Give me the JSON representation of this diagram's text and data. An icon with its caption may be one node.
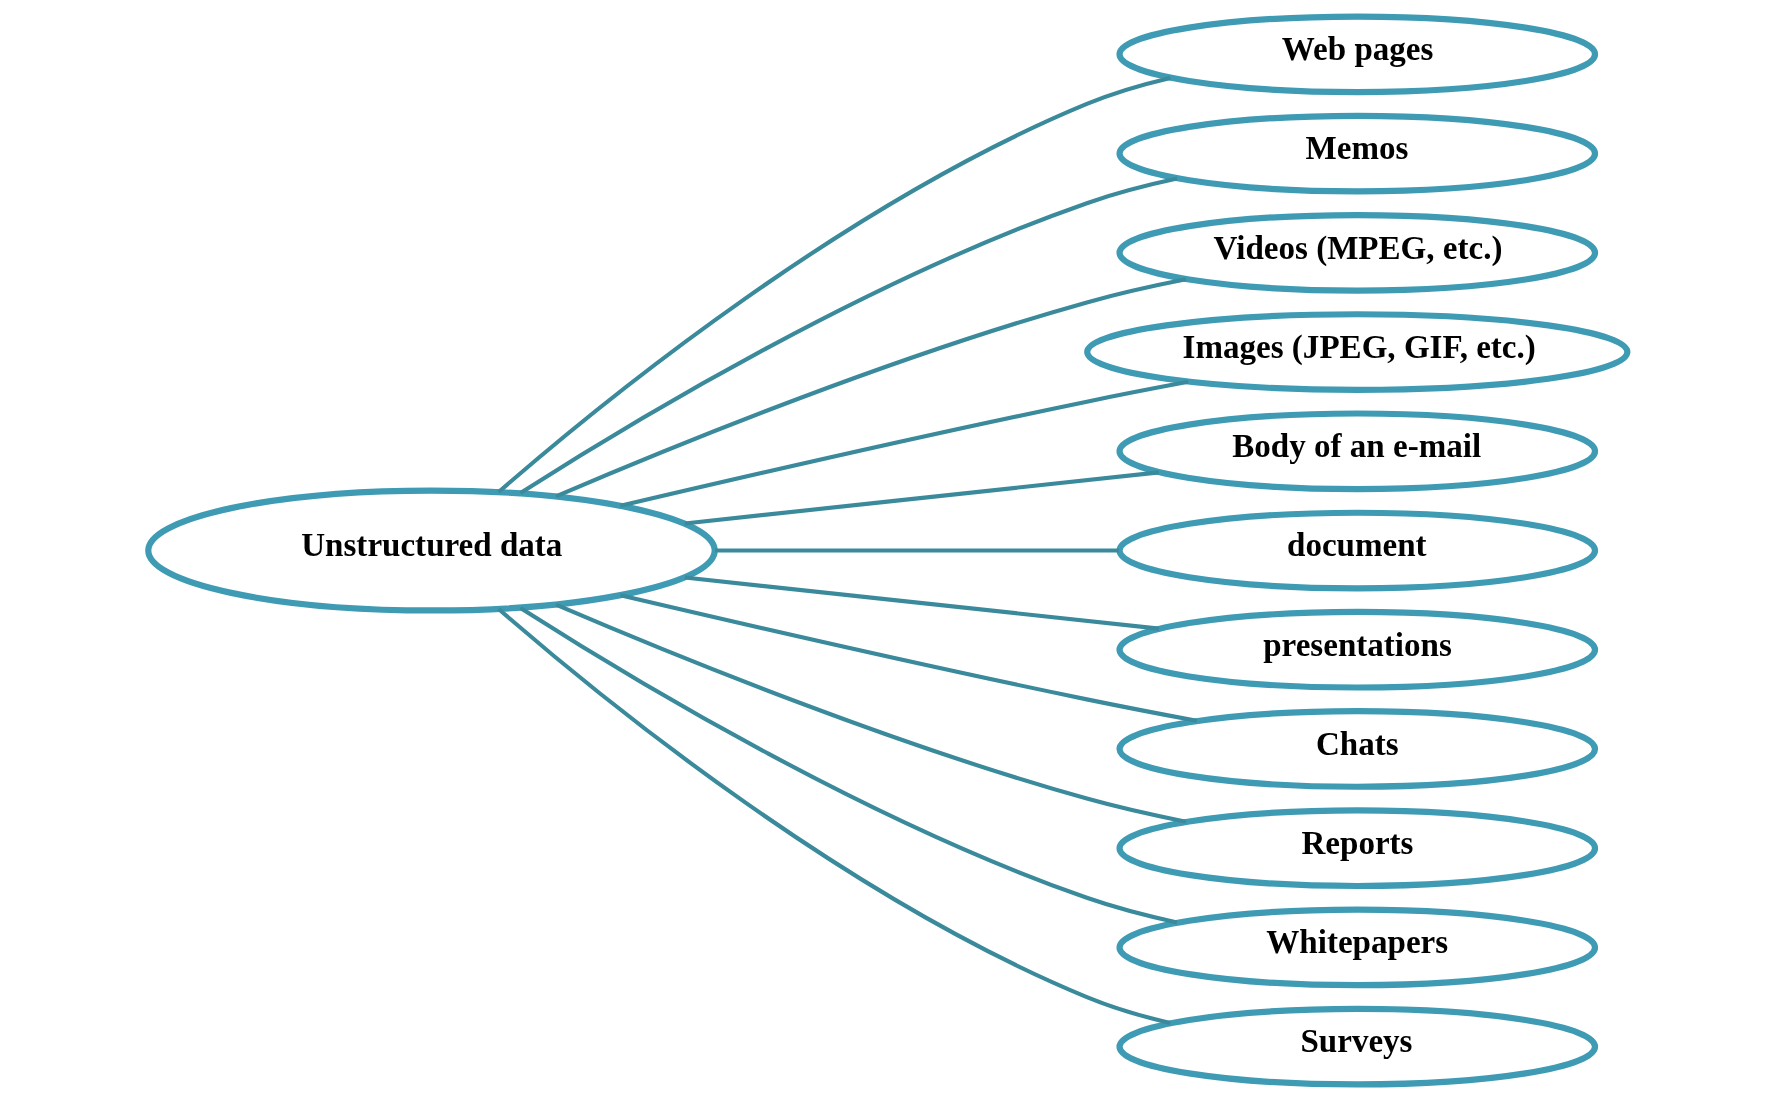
{
  "diagram": {
    "nodes": [
      {
        "text": [
          "Unstructured data"
        ]
      },
      {
        "text": [
          "Web pages"
        ]
      },
      {
        "text": [
          "Memos"
        ]
      },
      {
        "text": [
          "Videos (MPEG, etc.)"
        ]
      },
      {
        "text": [
          "Images (JPEG, GIF, etc.)"
        ]
      },
      {
        "text": [
          "Body of an e-mail"
        ]
      },
      {
        "text": [
          "document"
        ]
      },
      {
        "text": [
          "presentations"
        ]
      },
      {
        "text": [
          "Chats"
        ]
      },
      {
        "text": [
          "Reports"
        ]
      },
      {
        "text": [
          "Whitepapers"
        ]
      },
      {
        "text": [
          "Surveys"
        ]
      }
    ],
    "edges": [
      {
        "from": 0,
        "to": 1,
        "arrow": "none"
      },
      {
        "from": 0,
        "to": 2,
        "arrow": "none"
      },
      {
        "from": 0,
        "to": 3,
        "arrow": "none"
      },
      {
        "from": 0,
        "to": 4,
        "arrow": "none"
      },
      {
        "from": 0,
        "to": 5,
        "arrow": "none"
      },
      {
        "from": 0,
        "to": 6,
        "arrow": "none"
      },
      {
        "from": 0,
        "to": 7,
        "arrow": "none"
      },
      {
        "from": 0,
        "to": 8,
        "arrow": "none"
      },
      {
        "from": 0,
        "to": 9,
        "arrow": "none"
      },
      {
        "from": 0,
        "to": 10,
        "arrow": "none"
      },
      {
        "from": 0,
        "to": 11,
        "arrow": "none"
      }
    ]
  }
}
